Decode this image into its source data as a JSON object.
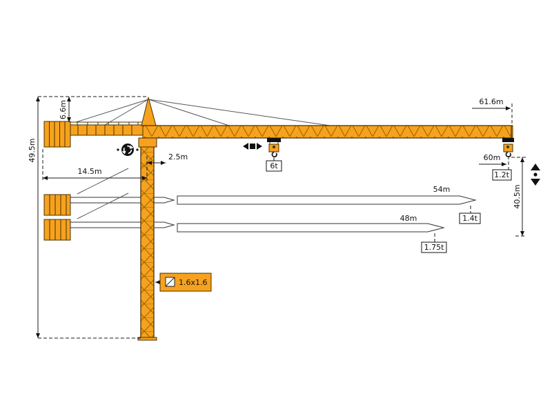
{
  "diagram": {
    "type": "tower-crane-specification-diagram",
    "dimensions": {
      "total_height": "49.5m",
      "head_height": "6.6m",
      "counter_jib_length": "14.5m",
      "rear_offset": "2.5m",
      "jib_length_max": "61.6m",
      "jib_length_60": "60m",
      "hook_height": "40.5m",
      "jib_length_54": "54m",
      "jib_length_48": "48m",
      "mast_cross_section": "1.6x1.6"
    },
    "loads": {
      "max_capacity": "6t",
      "tip_load_61_6m": "1.2t",
      "tip_load_54m": "1.4t",
      "tip_load_48m": "1.75t"
    },
    "colors": {
      "crane": "#F6A21E",
      "crane_web": "#9A6700",
      "outline": "#4a3000",
      "dim": "#1a1a1a"
    }
  }
}
